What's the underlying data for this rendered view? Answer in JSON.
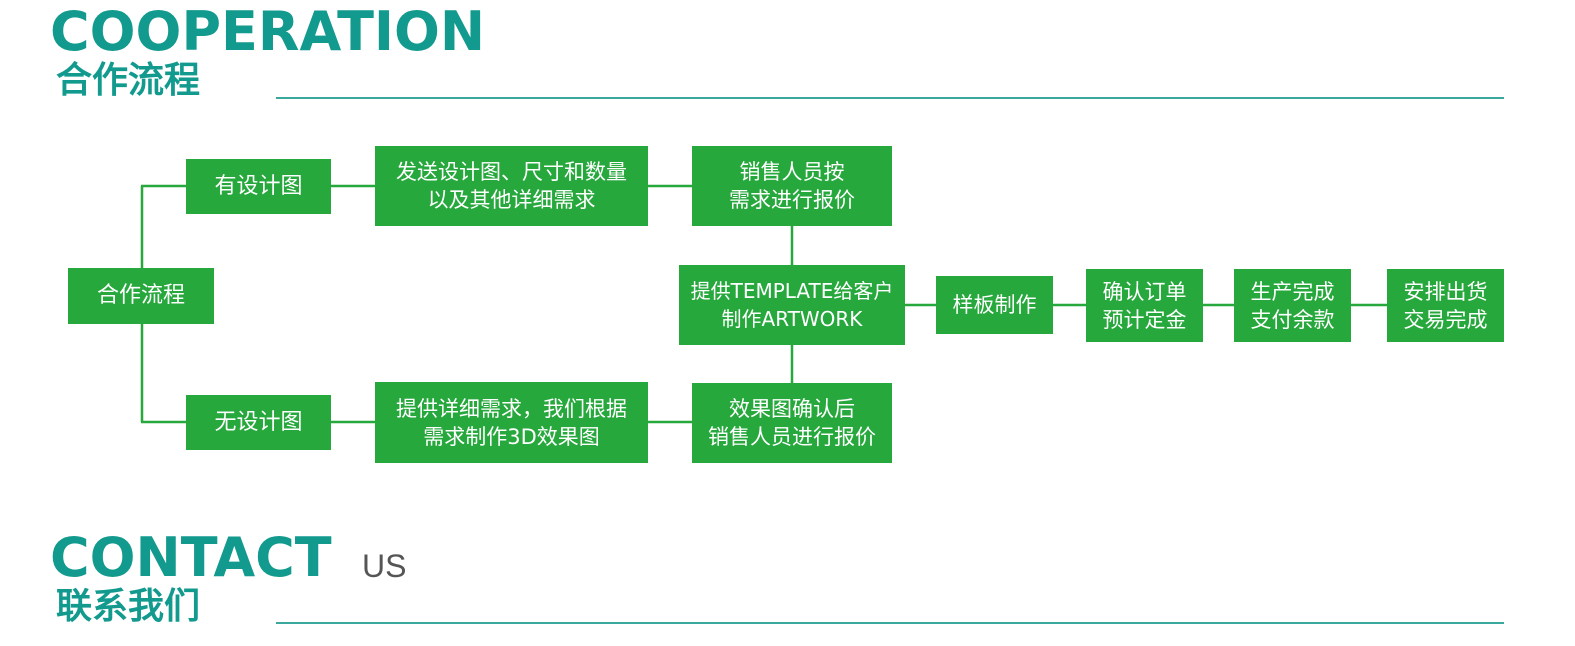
{
  "cooperation": {
    "title_en": "COOPERATION",
    "title_cn": "合作流程"
  },
  "flow": {
    "root": "合作流程",
    "branch_with_design": "有设计图",
    "branch_without_design": "无设计图",
    "with_send": "发送设计图、尺寸和数量\n以及其他详细需求",
    "with_quote": "销售人员按\n需求进行报价",
    "without_request": "提供详细需求，我们根据\n需求制作3D效果图",
    "without_quote": "效果图确认后\n销售人员进行报价",
    "template": "提供TEMPLATE给客户\n制作ARTWORK",
    "sample": "样板制作",
    "confirm_order": "确认订单\n预计定金",
    "production_done": "生产完成\n支付余款",
    "shipping": "安排出货\n交易完成"
  },
  "contact": {
    "title_en": "CONTACT",
    "title_sub": "US",
    "title_cn": "联系我们"
  },
  "colors": {
    "teal_heading": "#139a8e",
    "rule": "#3aa89c",
    "box_green": "#27a83d",
    "box_text": "#ffffff",
    "subtitle_gray": "#555555"
  }
}
